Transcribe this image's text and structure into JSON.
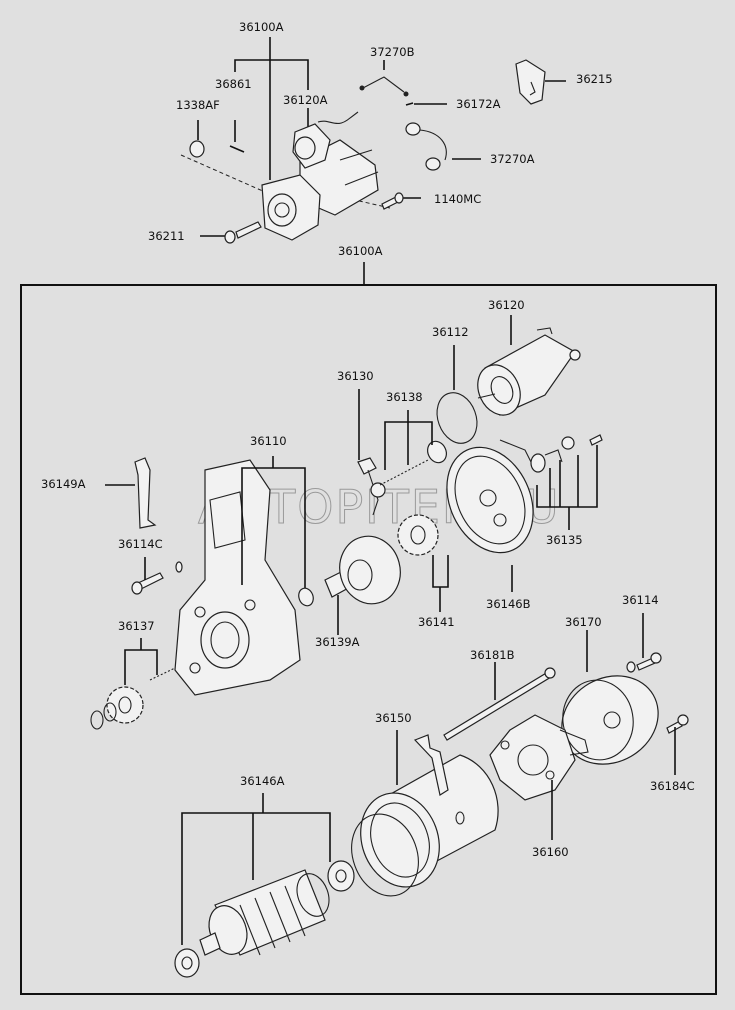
{
  "diagram": {
    "title": "Starter motor assembly - exploded parts view",
    "watermark": "AUTOPITER.RU",
    "background_color": "#e0e0e0",
    "line_color": "#111111",
    "labels": {
      "top_assembly": "36100A",
      "field_36861": "36861",
      "solenoid_assy": "36120A",
      "nut": "1338AF",
      "bolt_36211": "36211",
      "cable_b": "37270B",
      "screw_36172A": "36172A",
      "cable_a": "37270A",
      "bolt_1140MC": "1140MC",
      "cover_36215": "36215",
      "frame_assembly": "36100A",
      "solenoid": "36120",
      "gasket": "36112",
      "lever": "36130",
      "spring_set": "36138",
      "housing": "36110",
      "bracket": "36149A",
      "bolt_36114C": "36114C",
      "pinion_set": "36137",
      "clutch": "36139A",
      "gear": "36141",
      "gear_housing": "36146B",
      "contact_set": "36135",
      "bolt_36114": "36114",
      "end_cover": "36170",
      "through_bolt": "36181B",
      "yoke": "36150",
      "screw_36184C": "36184C",
      "brush_holder": "36160",
      "armature": "36146A"
    }
  }
}
